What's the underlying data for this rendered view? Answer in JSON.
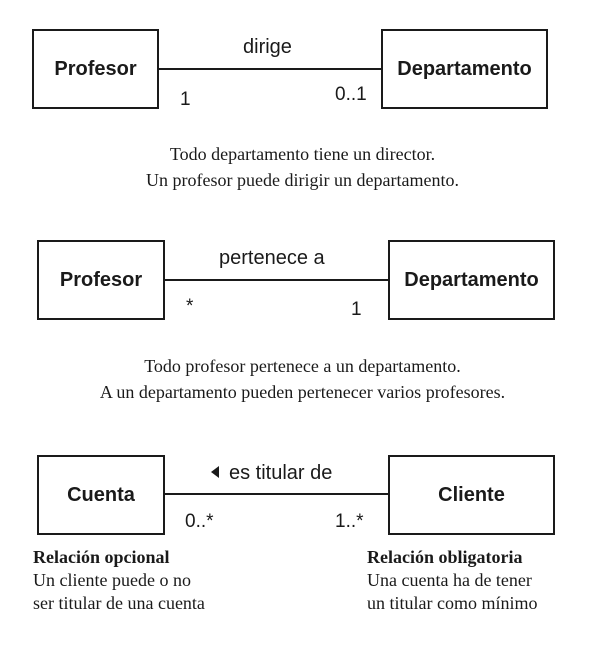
{
  "diagram1": {
    "left_class": "Profesor",
    "right_class": "Departamento",
    "association": "dirige",
    "left_multiplicity": "1",
    "right_multiplicity": "0..1",
    "caption_line1": "Todo departamento tiene un director.",
    "caption_line2": "Un profesor puede dirigir un departamento."
  },
  "diagram2": {
    "left_class": "Profesor",
    "right_class": "Departamento",
    "association": "pertenece a",
    "left_multiplicity": "*",
    "right_multiplicity": "1",
    "caption_line1": "Todo profesor pertenece a un departamento.",
    "caption_line2": "A un departamento pueden pertenecer varios profesores."
  },
  "diagram3": {
    "left_class": "Cuenta",
    "right_class": "Cliente",
    "association": "es titular de",
    "direction_icon": "triangle-left-icon",
    "left_multiplicity": "0..*",
    "right_multiplicity": "1..*",
    "left_note": {
      "title": "Relación opcional",
      "line1": "Un cliente puede o no",
      "line2": "ser titular de una cuenta"
    },
    "right_note": {
      "title": "Relación obligatoria",
      "line1": "Una cuenta ha de tener",
      "line2": "un titular como mínimo"
    }
  }
}
